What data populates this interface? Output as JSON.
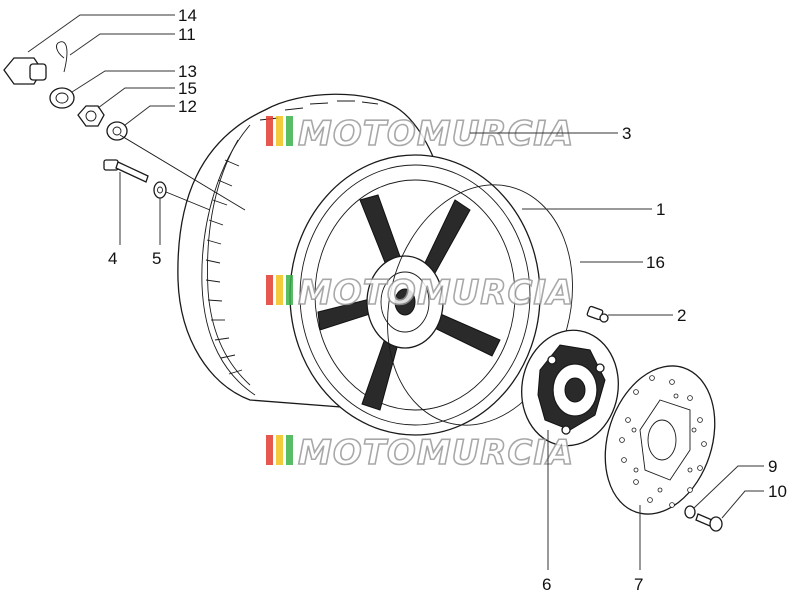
{
  "watermark": {
    "text": "MOTOMURCIA",
    "colors": [
      "#e23b2e",
      "#f3c21b",
      "#3bb24a"
    ]
  },
  "callouts": {
    "p1": "1",
    "p2": "2",
    "p3": "3",
    "p4": "4",
    "p5": "5",
    "p6": "6",
    "p7": "7",
    "p9": "9",
    "p10": "10",
    "p11": "11",
    "p12": "12",
    "p13": "13",
    "p14": "14",
    "p15": "15",
    "p16": "16"
  }
}
